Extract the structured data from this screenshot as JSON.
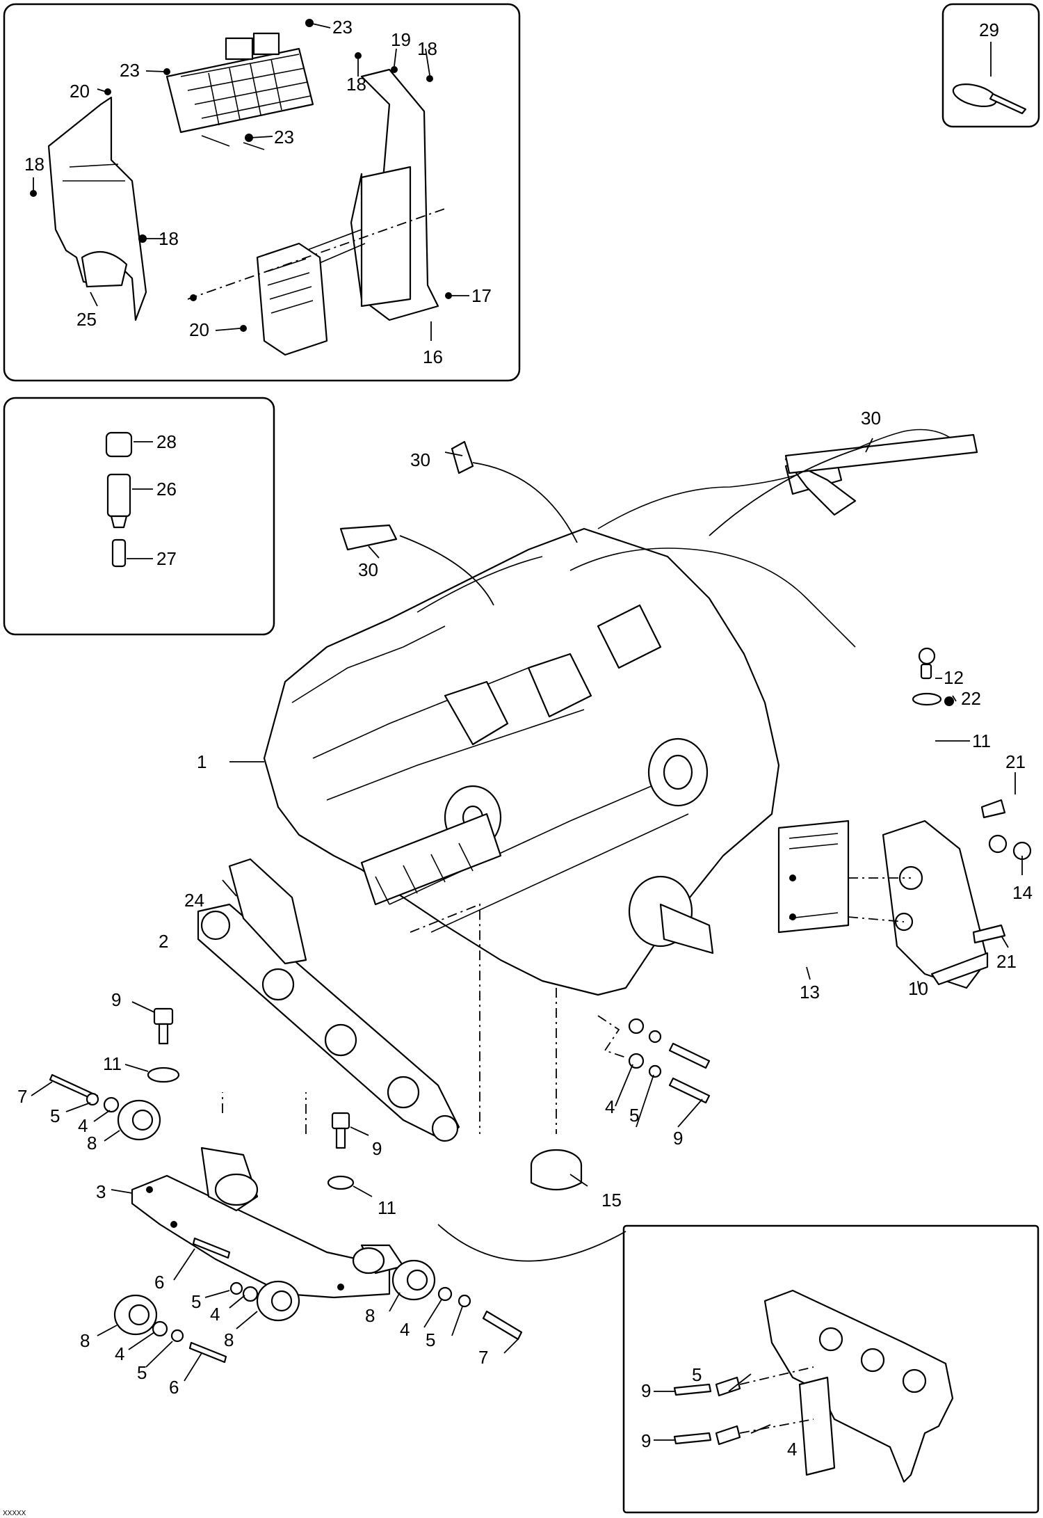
{
  "diagram": {
    "inset_top_left_labels": [
      "23",
      "23",
      "19",
      "18",
      "18",
      "20",
      "18",
      "18",
      "23",
      "17",
      "25",
      "20",
      "16"
    ],
    "inset_top_right_label": "29",
    "inset_mid_left_labels": [
      "28",
      "26",
      "27"
    ],
    "main_labels": [
      "30",
      "30",
      "30",
      "1",
      "12",
      "22",
      "11",
      "21",
      "14",
      "13",
      "10",
      "21",
      "24",
      "2",
      "9",
      "11",
      "7",
      "5",
      "4",
      "8",
      "3",
      "9",
      "11",
      "4",
      "5",
      "9",
      "15",
      "6",
      "5",
      "4",
      "8",
      "8",
      "4",
      "5",
      "6",
      "8",
      "4",
      "5",
      "7"
    ],
    "inset_bottom_right_labels": [
      "5",
      "9",
      "9",
      "4"
    ],
    "footer_ref": "XXXXX"
  }
}
